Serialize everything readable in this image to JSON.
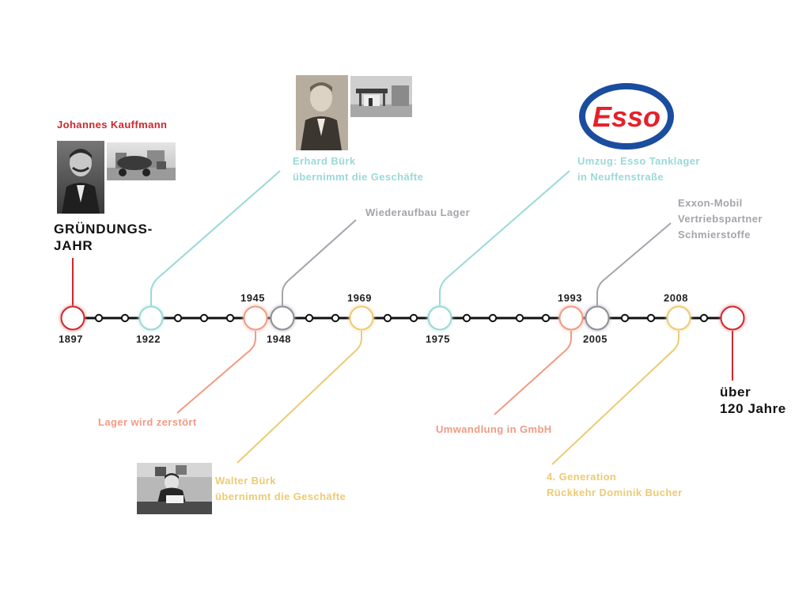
{
  "colors": {
    "red": "#d0262c",
    "teal": "#9ad9d8",
    "grey": "#a4a4ac",
    "salmon": "#f29a82",
    "gold": "#eccb72",
    "line": "#111111",
    "esso_blue": "#1a4d9e",
    "esso_red": "#e5212a"
  },
  "founder": {
    "name": "Johannes Kauffmann",
    "heading_line1": "GRÜNDUNGS-",
    "heading_line2": "JAHR"
  },
  "end": {
    "line1": "über",
    "line2": "120 Jahre"
  },
  "logo": {
    "text": "Esso"
  },
  "milestones": [
    {
      "year": "1897",
      "color": "red"
    },
    {
      "year": "1922",
      "color": "teal",
      "text1": "Erhard Bürk",
      "text2": "übernimmt die Geschäfte"
    },
    {
      "year": "1945",
      "color": "salmon",
      "text1": "Lager wird zerstört"
    },
    {
      "year": "1948",
      "color": "grey",
      "text1": "Wiederaufbau Lager"
    },
    {
      "year": "1969",
      "color": "gold",
      "text1": "Walter Bürk",
      "text2": "übernimmt die Geschäfte"
    },
    {
      "year": "1975",
      "color": "teal",
      "text1": "Umzug: Esso Tanklager",
      "text2": "in Neuffenstraße"
    },
    {
      "year": "1993",
      "color": "salmon",
      "text1": "Umwandlung in GmbH"
    },
    {
      "year": "2005",
      "color": "grey",
      "text1": "Exxon-Mobil",
      "text2": "Vertriebspartner",
      "text3": "Schmierstoffe"
    },
    {
      "year": "2008",
      "color": "gold",
      "text1": "4. Generation",
      "text2": "Rückkehr Dominik Bucher"
    }
  ],
  "photos": [
    {
      "name": "johannes-kauffmann-portrait",
      "description_icon": "person-photo-icon"
    },
    {
      "name": "early-tank-truck-photo",
      "description_icon": "truck-photo-icon"
    },
    {
      "name": "erhard-burk-portrait",
      "description_icon": "person-photo-icon"
    },
    {
      "name": "gas-station-photo",
      "description_icon": "building-photo-icon"
    },
    {
      "name": "walter-burk-photo",
      "description_icon": "person-photo-icon"
    }
  ]
}
